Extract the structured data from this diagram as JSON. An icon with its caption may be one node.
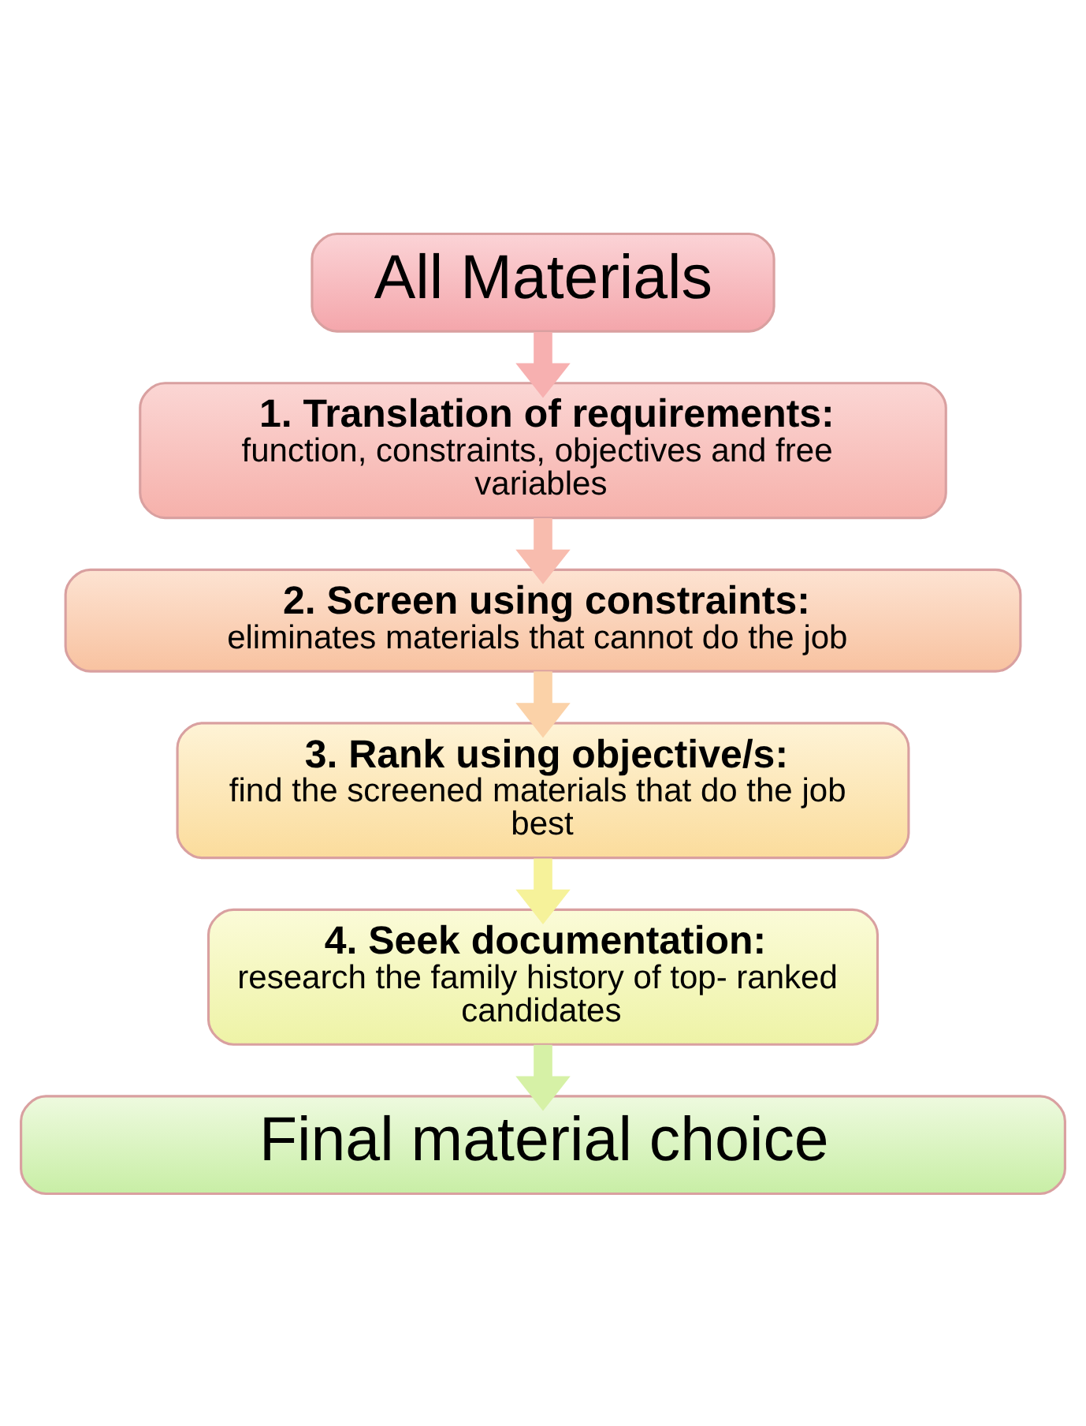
{
  "diagram": {
    "nodes": [
      {
        "text": [
          "All Materials"
        ]
      },
      {
        "text": [
          "1. Translation of requirements:",
          "function, constraints, objectives and free variables"
        ]
      },
      {
        "text": [
          "2. Screen using constraints:",
          "eliminates materials that cannot do the job"
        ]
      },
      {
        "text": [
          "3. Rank using objective/s:",
          "find the screened materials that do the job best"
        ]
      },
      {
        "text": [
          "4. Seek documentation:",
          "research the family history of top- ranked candidates"
        ]
      },
      {
        "text": [
          "Final material choice"
        ]
      }
    ],
    "edges": [
      {
        "from": 0,
        "to": 1,
        "arrow": "to"
      },
      {
        "from": 1,
        "to": 2,
        "arrow": "to"
      },
      {
        "from": 2,
        "to": 3,
        "arrow": "to"
      },
      {
        "from": 3,
        "to": 4,
        "arrow": "to"
      },
      {
        "from": 4,
        "to": 5,
        "arrow": "to"
      }
    ]
  }
}
